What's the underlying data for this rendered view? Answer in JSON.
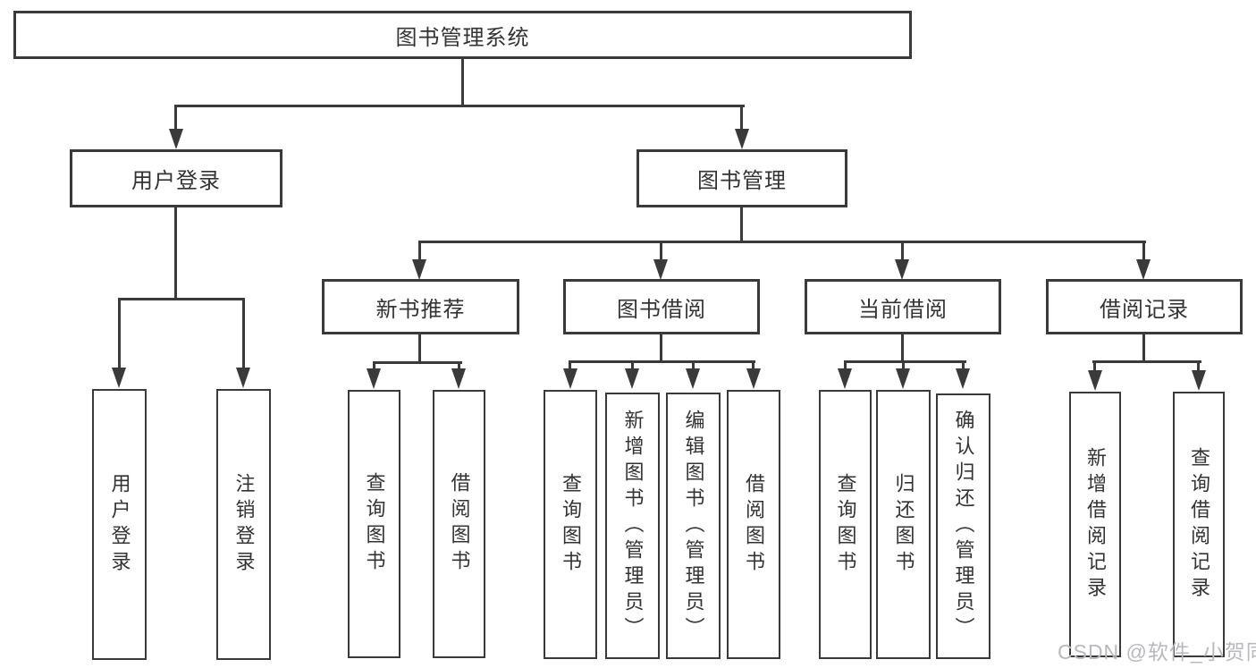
{
  "diagram": {
    "title": "图书管理系统",
    "root": {
      "label": "图书管理系统"
    },
    "level2": {
      "user_login": {
        "label": "用户登录"
      },
      "book_mgmt": {
        "label": "图书管理"
      }
    },
    "level3": {
      "new_books": {
        "label": "新书推荐"
      },
      "borrow": {
        "label": "图书借阅"
      },
      "current": {
        "label": "当前借阅"
      },
      "records": {
        "label": "借阅记录"
      }
    },
    "leaves": {
      "user_login": [
        "用户登录",
        "注销登录"
      ],
      "new_books": [
        "查询图书",
        "借阅图书"
      ],
      "borrow": [
        "查询图书",
        "新增图书（管理员）",
        "编辑图书（管理员）",
        "借阅图书"
      ],
      "current": [
        "查询图书",
        "归还图书",
        "确认归还（管理员）"
      ],
      "records": [
        "新增借阅记录",
        "查询借阅记录"
      ]
    },
    "watermark": "CSDN @软件_小贺同学",
    "colors": {
      "line": "#3a3a3a",
      "text": "#333333",
      "background": "#ffffff",
      "watermark": "#b9b9bd"
    }
  }
}
